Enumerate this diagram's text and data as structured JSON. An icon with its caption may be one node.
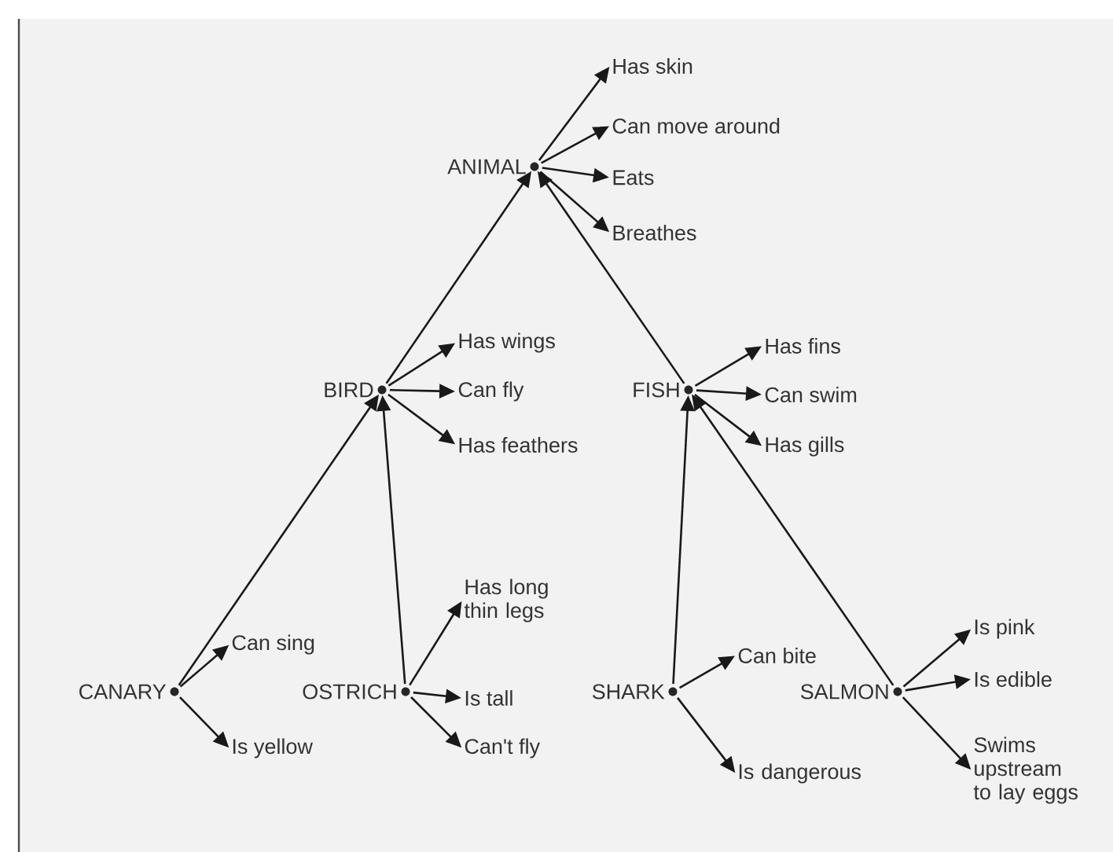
{
  "diagram": {
    "nodes": [
      {
        "text": [
          "ANIMAL"
        ]
      },
      {
        "text": [
          "Has skin"
        ]
      },
      {
        "text": [
          "Can move around"
        ]
      },
      {
        "text": [
          "Eats"
        ]
      },
      {
        "text": [
          "Breathes"
        ]
      },
      {
        "text": [
          "BIRD"
        ]
      },
      {
        "text": [
          "Has wings"
        ]
      },
      {
        "text": [
          "Can fly"
        ]
      },
      {
        "text": [
          "Has feathers"
        ]
      },
      {
        "text": [
          "FISH"
        ]
      },
      {
        "text": [
          "Has fins"
        ]
      },
      {
        "text": [
          "Can swim"
        ]
      },
      {
        "text": [
          "Has gills"
        ]
      },
      {
        "text": [
          "CANARY"
        ]
      },
      {
        "text": [
          "Can sing"
        ]
      },
      {
        "text": [
          "Is yellow"
        ]
      },
      {
        "text": [
          "OSTRICH"
        ]
      },
      {
        "text": [
          "Has long thin legs"
        ]
      },
      {
        "text": [
          "Is tall"
        ]
      },
      {
        "text": [
          "Can't fly"
        ]
      },
      {
        "text": [
          "SHARK"
        ]
      },
      {
        "text": [
          "Can bite"
        ]
      },
      {
        "text": [
          "Is dangerous"
        ]
      },
      {
        "text": [
          "SALMON"
        ]
      },
      {
        "text": [
          "Is pink"
        ]
      },
      {
        "text": [
          "Is edible"
        ]
      },
      {
        "text": [
          "Swims upstream to lay eggs"
        ]
      }
    ],
    "edges": [
      {
        "from": 0,
        "to": 1,
        "arrow": "to"
      },
      {
        "from": 0,
        "to": 2,
        "arrow": "to"
      },
      {
        "from": 0,
        "to": 3,
        "arrow": "to"
      },
      {
        "from": 0,
        "to": 4,
        "arrow": "to"
      },
      {
        "from": 5,
        "to": 0,
        "arrow": "to"
      },
      {
        "from": 5,
        "to": 6,
        "arrow": "to"
      },
      {
        "from": 5,
        "to": 7,
        "arrow": "to"
      },
      {
        "from": 5,
        "to": 8,
        "arrow": "to"
      },
      {
        "from": 9,
        "to": 0,
        "arrow": "to"
      },
      {
        "from": 9,
        "to": 10,
        "arrow": "to"
      },
      {
        "from": 9,
        "to": 11,
        "arrow": "to"
      },
      {
        "from": 9,
        "to": 12,
        "arrow": "to"
      },
      {
        "from": 13,
        "to": 5,
        "arrow": "to"
      },
      {
        "from": 13,
        "to": 14,
        "arrow": "to"
      },
      {
        "from": 13,
        "to": 15,
        "arrow": "to"
      },
      {
        "from": 16,
        "to": 5,
        "arrow": "to"
      },
      {
        "from": 16,
        "to": 17,
        "arrow": "to"
      },
      {
        "from": 16,
        "to": 18,
        "arrow": "to"
      },
      {
        "from": 16,
        "to": 19,
        "arrow": "to"
      },
      {
        "from": 20,
        "to": 9,
        "arrow": "to"
      },
      {
        "from": 20,
        "to": 21,
        "arrow": "to"
      },
      {
        "from": 20,
        "to": 22,
        "arrow": "to"
      },
      {
        "from": 23,
        "to": 9,
        "arrow": "to"
      },
      {
        "from": 23,
        "to": 24,
        "arrow": "to"
      },
      {
        "from": 23,
        "to": 25,
        "arrow": "to"
      },
      {
        "from": 23,
        "to": 26,
        "arrow": "to"
      }
    ]
  }
}
